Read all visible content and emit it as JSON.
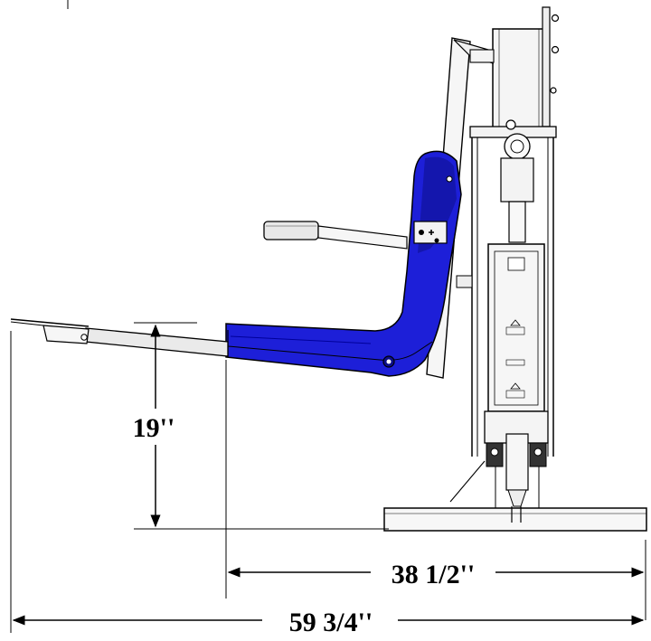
{
  "dimensions": {
    "height_label": "19''",
    "depth_label": "38 1/2''",
    "overall_label": "59 3/4''"
  },
  "colors": {
    "seat_blue": "#1d1fd8",
    "seat_dark": "#0c0e8a",
    "metal": "#f4f4f4",
    "line": "#000000"
  }
}
